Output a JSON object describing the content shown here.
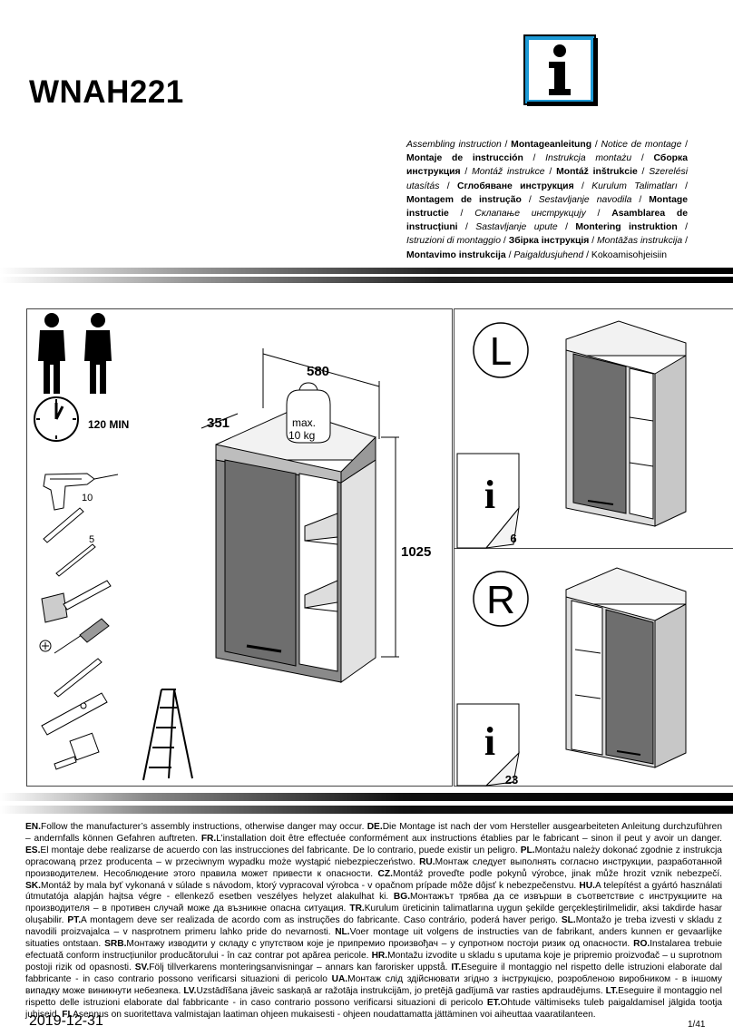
{
  "document": {
    "model": "WNAH221",
    "languages_block": [
      {
        "text": "Assembling instruction",
        "style": "it"
      },
      {
        "text": "Montageanleitung",
        "style": "b"
      },
      {
        "text": "Notice de montage",
        "style": "it"
      },
      {
        "text": "Montaje de instrucción",
        "style": "b"
      },
      {
        "text": "Instrukcja montażu",
        "style": "it"
      },
      {
        "text": "Сборка инструкция",
        "style": "b"
      },
      {
        "text": "Montáž instrukce",
        "style": "it"
      },
      {
        "text": "Montáž inštrukcie",
        "style": "b"
      },
      {
        "text": "Szerelési utasítás",
        "style": "it"
      },
      {
        "text": "Сглобяване инструкция",
        "style": "b"
      },
      {
        "text": "Kurulum Talimatları",
        "style": "it"
      },
      {
        "text": "Montagem de instrução",
        "style": "b"
      },
      {
        "text": "Sestavljanje navodila",
        "style": "it"
      },
      {
        "text": "Montage instructie",
        "style": "b"
      },
      {
        "text": "Склапање инструкцију",
        "style": "it"
      },
      {
        "text": "Asamblarea de instrucțiuni",
        "style": "b"
      },
      {
        "text": "Sastavljanje upute",
        "style": "it"
      },
      {
        "text": "Montering instruktion",
        "style": "b"
      },
      {
        "text": "Istruzioni di montaggio",
        "style": "it"
      },
      {
        "text": "Збірка інструкція",
        "style": "b"
      },
      {
        "text": "Montāžas instrukcija",
        "style": "it"
      },
      {
        "text": "Montavimo instrukcija",
        "style": "b"
      },
      {
        "text": "Paigaldusjuhend",
        "style": "it"
      },
      {
        "text": "Kokoamisohjeisiin",
        "style": "plain"
      }
    ],
    "time_label": "120 MIN",
    "drill_sizes": [
      "10",
      "5"
    ],
    "dimensions": {
      "width": "580",
      "depth": "351",
      "height": "1025"
    },
    "weight_label": {
      "line1": "max.",
      "line2": "10 kg"
    },
    "variants": [
      {
        "letter": "L",
        "page_ref": "6"
      },
      {
        "letter": "R",
        "page_ref": "23"
      }
    ],
    "warning": [
      {
        "code": "EN.",
        "text": "Follow the manufacturer’s assembly instructions, otherwise danger may occur. "
      },
      {
        "code": "DE.",
        "text": "Die Montage ist nach der vom Hersteller ausgearbeiteten Anleitung durchzuführen – andernfalls können Gefahren auftreten. "
      },
      {
        "code": "FR.",
        "text": "L’installation doit être effectuée conformément aux instructions établies par le fabricant – sinon il peut y avoir un danger. "
      },
      {
        "code": "ES.",
        "text": "El montaje debe realizarse de acuerdo con las instrucciones del fabricante. De lo contrario, puede existir un peligro. "
      },
      {
        "code": "PL.",
        "text": "Montażu należy dokonać zgodnie z instrukcja opracowaną przez producenta – w przeciwnym wypadku może wystąpić niebezpieczeństwo. "
      },
      {
        "code": "RU.",
        "text": "Монтаж следует выполнять согласно инструкции, разработанной производителем. Несоблюдение этого правила может привести к опасности. "
      },
      {
        "code": "CZ.",
        "text": "Montáž proveďte podle pokynů výrobce, jinak může hrozit vznik nebezpečí. "
      },
      {
        "code": "SK.",
        "text": "Montáž by mala byť vykonaná v súlade s návodom, ktorý vypracoval výrobca - v opačnom prípade môže dôjsť k nebezpečenstvu. "
      },
      {
        "code": "HU.",
        "text": "A telepítést a gyártó használati útmutatója alapján hajtsa végre - ellenkező esetben veszélyes helyzet alakulhat ki. "
      },
      {
        "code": "BG.",
        "text": "Монтажът трябва да се извърши в съответствие с инструкциите на производителя – в противен случай може да възникне опасна ситуация. "
      },
      {
        "code": "TR.",
        "text": "Kurulum üreticinin talimatlarına uygun şekilde gerçekleştirilmelidir, aksi takdirde hasar oluşabilir. "
      },
      {
        "code": "PT.",
        "text": "A montagem deve ser realizada de acordo com as instruções do fabricante. Caso contrário, poderá haver perigo. "
      },
      {
        "code": "SL.",
        "text": "Montažo je treba izvesti v skladu z navodili proizvajalca – v nasprotnem primeru lahko pride do nevarnosti. "
      },
      {
        "code": "NL.",
        "text": "Voer montage uit volgens de instructies van de fabrikant, anders kunnen er gevaarlijke situaties ontstaan. "
      },
      {
        "code": "SRB.",
        "text": "Монтажу изводити у складу с упутством које је припремио произвођач – у супротном постоји ризик од опасности. "
      },
      {
        "code": "RO.",
        "text": "Instalarea trebuie efectuată conform instrucțiunilor producătorului - în caz contrar pot apărea pericole. "
      },
      {
        "code": "HR.",
        "text": "Montažu izvodite u skladu s uputama koje je pripremio proizvođač – u suprotnom postoji rizik od opasnosti. "
      },
      {
        "code": "SV.",
        "text": "Följ tillverkarens monteringsanvisningar – annars kan farorisker uppstå. "
      },
      {
        "code": "IT.",
        "text": "Eseguire il montaggio nel rispetto delle istruzioni elaborate dal fabbricante - in caso contrario possono verificarsi situazioni di pericolo "
      },
      {
        "code": "UA.",
        "text": "Монтаж слід здійснювати згідно з інструкцією, розробленою виробником - в іншому випадку може виникнути небезпека. "
      },
      {
        "code": "LV.",
        "text": "Uzstādīšana jāveic saskaņā ar ražotāja instrukcijām, jo pretējā gadījumā var rasties apdraudējums. "
      },
      {
        "code": "LT.",
        "text": "Eseguire il montaggio nel rispetto delle istruzioni elaborate dal fabbricante - in caso contrario possono verificarsi situazioni di pericolo "
      },
      {
        "code": "ET.",
        "text": "Ohtude vältimiseks tuleb paigaldamisel jälgida tootja juhiseid. "
      },
      {
        "code": "FI.",
        "text": "Asennus on suoritettava valmistajan laatiman ohjeen mukaisesti - ohjeen noudattamatta jättäminen voi aiheuttaa vaaratilanteen."
      }
    ],
    "date": "2019-12-31",
    "page": "1/41"
  }
}
